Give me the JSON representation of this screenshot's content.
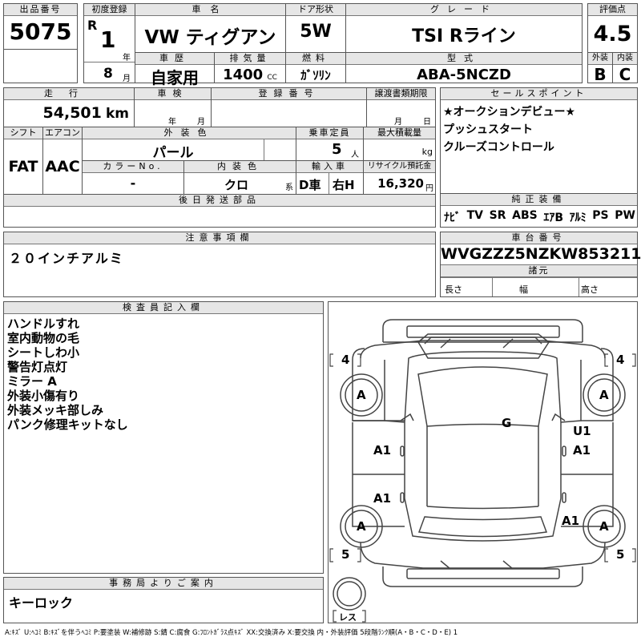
{
  "top": {
    "lot_no_label": "出品番号",
    "lot_no": "5075",
    "first_reg_label": "初度登録",
    "era": "R",
    "year": "1",
    "year_unit": "年",
    "month": "8",
    "month_unit": "月",
    "maker_label": "車名",
    "maker": "VW",
    "model": "ティグアン",
    "door_label": "ドア形状",
    "door": "5W",
    "grade_label": "グレード",
    "grade": "TSI Rライン",
    "score_label": "評価点",
    "score": "4.5",
    "history_label": "車歴",
    "history": "自家用",
    "displacement_label": "排気量",
    "displacement": "1400",
    "displacement_unit": "CC",
    "fuel_label": "燃料",
    "fuel": "ｶﾞｿﾘﾝ",
    "type_label": "型式",
    "type": "ABA-5NCZD",
    "exterior_label": "外装",
    "exterior": "B",
    "interior_label": "内装",
    "interior": "C"
  },
  "row2": {
    "mileage_label": "走行",
    "mileage": "54,501",
    "mileage_unit": "km",
    "inspection_label": "車検",
    "insp_year_unit": "年",
    "insp_month_unit": "月",
    "reg_no_label": "登録番号",
    "doc_deadline_label": "譲渡書類期限",
    "doc_month_unit": "月",
    "doc_day_unit": "日",
    "shift_label": "シフト",
    "shift": "FAT",
    "ac_label": "エアコン",
    "ac": "AAC",
    "color_label": "外装色",
    "color": "パール",
    "capacity_label": "乗車定員",
    "capacity": "5",
    "capacity_unit": "人",
    "max_load_label": "最大積載量",
    "max_load_unit": "kg",
    "color_no_label": "カラーNo.",
    "color_no": "-",
    "int_color_label": "内装色",
    "int_color": "クロ",
    "int_color_unit": "系",
    "import_label": "輸入車",
    "import": "D車",
    "handle": "右H",
    "recycle_label": "リサイクル預託金",
    "recycle": "16,320",
    "recycle_unit": "円",
    "later_parts_label": "後日発送部品"
  },
  "sales_points": {
    "label": "セールスポイント",
    "items": [
      "★オークションデビュー★",
      "プッシュスタート",
      "クルーズコントロール"
    ]
  },
  "equipment": {
    "label": "純正装備",
    "items": [
      "ﾅﾋﾞ",
      "TV",
      "SR",
      "ABS",
      "ｴｱB",
      "ｱﾙﾐ",
      "PS",
      "PW"
    ]
  },
  "notes": {
    "label": "注意事項欄",
    "text": "２０インチアルミ"
  },
  "chassis": {
    "label": "車台番号",
    "number": "WVGZZZ5NZKW853211",
    "spec_label": "諸元",
    "length_label": "長さ",
    "width_label": "幅",
    "height_label": "高さ"
  },
  "inspector": {
    "label": "検査員記入欄",
    "lines": [
      "ハンドルすれ",
      "室内動物の毛",
      "シートしわ小",
      "警告灯点灯",
      "ミラー A",
      "外装小傷有り",
      "外装メッキ部しみ",
      "パンク修理キットなし"
    ]
  },
  "office": {
    "label": "事務局よりご案内",
    "text": "キーロック"
  },
  "diagram": {
    "tire_front_left": "4",
    "tire_front_right": "4",
    "tire_rear_left": "5",
    "tire_rear_right": "5",
    "spare_label": "レス",
    "marks": {
      "wheel_fl": "A",
      "wheel_fr": "A",
      "wheel_rl": "A",
      "wheel_rr": "A",
      "roof": "G",
      "door_fl": "A1",
      "door_rl": "A1",
      "door_fr_u": "U1",
      "door_fr": "A1",
      "qtr_rr": "A1"
    }
  },
  "legend": "A:ｷｽﾞ U:ﾍｺﾐ B:ｷｽﾞを伴うﾍｺﾐ P:要塗装 W:補修跡 S:錆 C:腐食 G:ﾌﾛﾝﾄｶﾞﾗｽ点ｷｽﾞ XX:交換済み X:要交換 内・外装評価 5段階ﾗﾝｸ順(A・B・C・D・E) 1"
}
